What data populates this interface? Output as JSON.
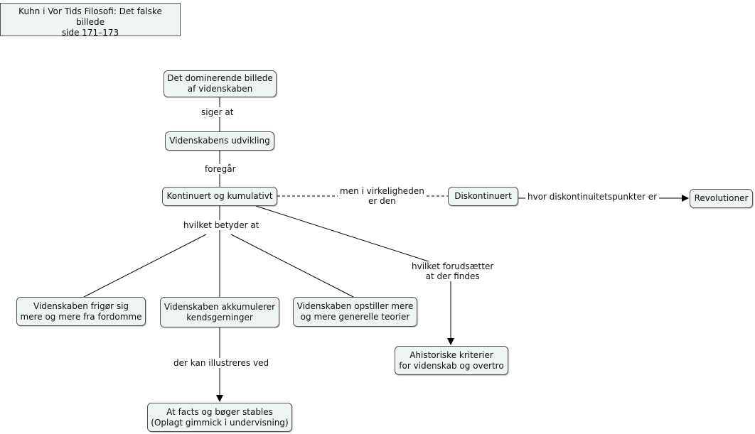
{
  "title": "Kuhn i Vor Tids Filosofi: Det falske billede\nside 171–173",
  "nodes": {
    "dominerende": "Det dominerende billede\naf videnskaben",
    "udvikling": "Videnskabens udvikling",
    "kontinuert": "Kontinuert og kumulativt",
    "diskontinuert": "Diskontinuert",
    "revolutioner": "Revolutioner",
    "frigoer": "Videnskaben frigør sig\nmere og mere fra fordomme",
    "akkumulerer": "Videnskaben akkumulerer\nkendsgerninger",
    "opstiller": "Videnskaben opstiller mere\nog mere generelle teorier",
    "ahistoriske": "Ahistoriske kriterier\nfor videnskab og overtro",
    "facts": "At facts og bøger stables\n(Oplagt gimmick i undervisning)"
  },
  "links": {
    "siger_at": "siger at",
    "foregaar": "foregår",
    "men_i_virkeligheden": "men i virkeligheden\ner den",
    "hvor_diskontinuitet": "hvor diskontinuitetspunkter er",
    "hvilket_betyder": "hvilket betyder at",
    "hvilket_forudsaetter": "hvilket forudsætter\nat der findes",
    "der_kan_illustreres": "der kan illustreres ved"
  }
}
